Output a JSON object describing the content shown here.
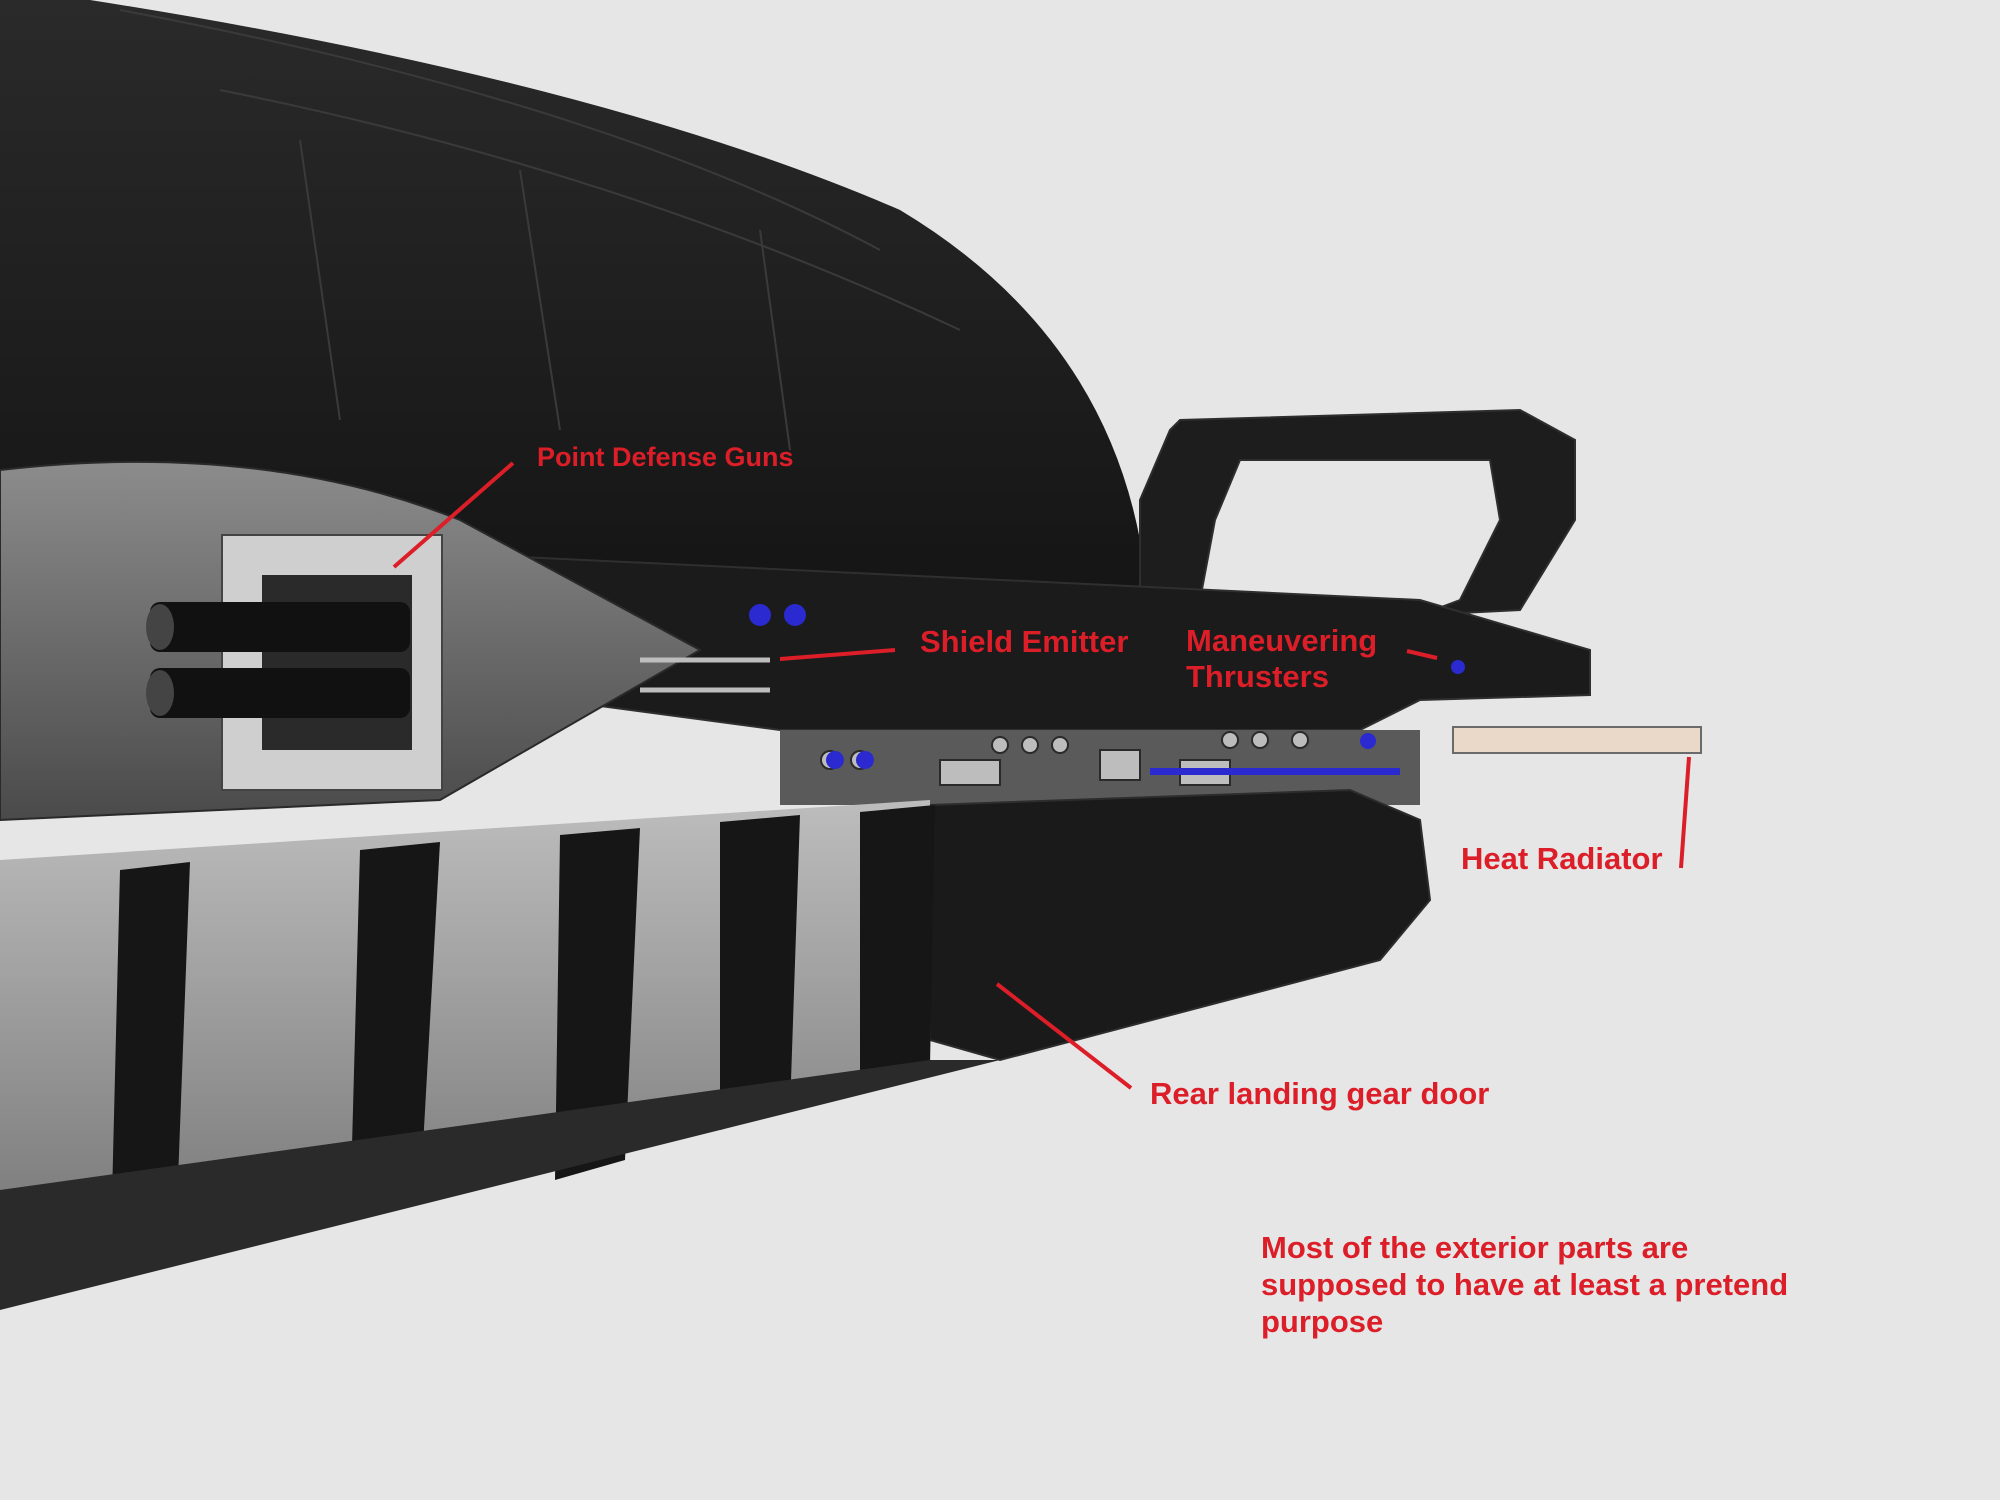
{
  "labels": {
    "point_defense": "Point Defense Guns",
    "shield_emitter": "Shield Emitter",
    "maneuvering_line1": "Maneuvering",
    "maneuvering_line2": "Thrusters",
    "heat_radiator": "Heat Radiator",
    "rear_landing_gear": "Rear landing gear door"
  },
  "note": {
    "line1": "Most of the exterior parts are",
    "line2": "supposed to have at least a pretend",
    "line3": "purpose"
  },
  "colors": {
    "background": "#e6e6e6",
    "annotation": "#dc1e28",
    "hull": "#1c1c1c",
    "hull_light": "#9a9a9a",
    "accent_blue": "#2a2ad0"
  }
}
